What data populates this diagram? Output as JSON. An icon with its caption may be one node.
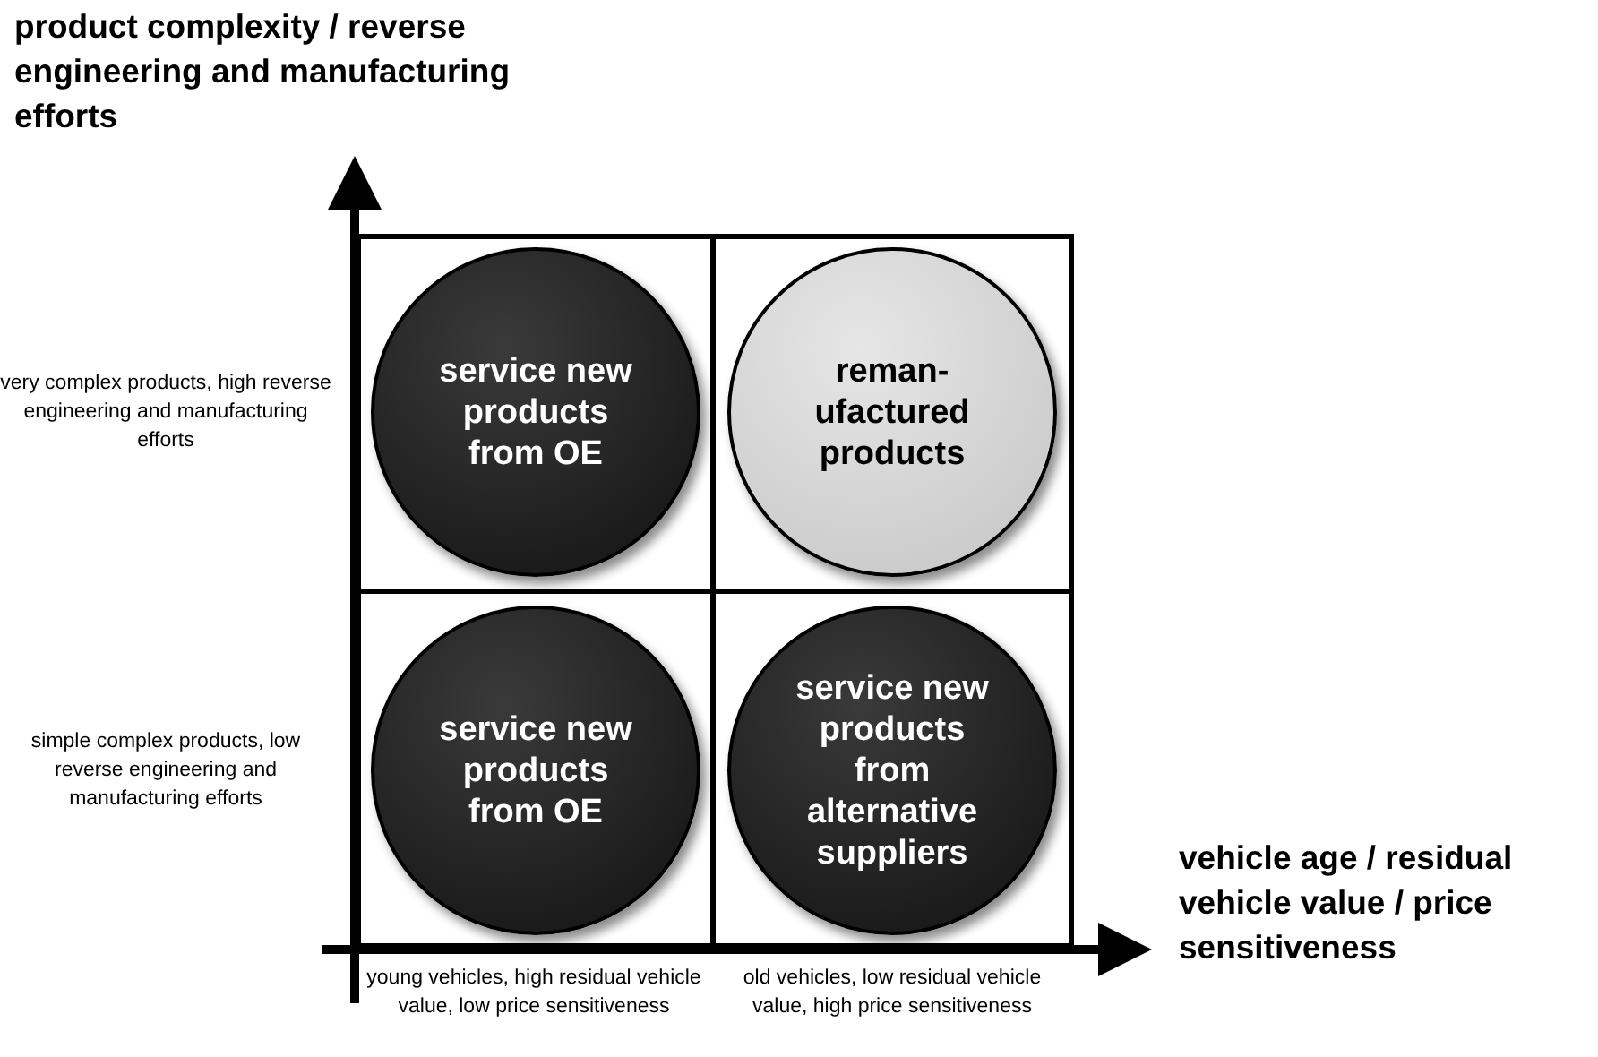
{
  "diagram": {
    "nodes": [
      {
        "text": [
          "service new products from OE"
        ]
      },
      {
        "text": [
          "reman-ufactured products"
        ]
      },
      {
        "text": [
          "service new products from OE"
        ]
      },
      {
        "text": [
          "service new products from alternative suppliers"
        ]
      }
    ],
    "labels": [
      "product complexity / reverse engineering and manufacturing efforts",
      "very complex products, high reverse engineering and manufacturing efforts",
      "simple complex products, low reverse engineering and manufacturing efforts",
      "vehicle age / residual vehicle value / price sensitiveness",
      "young vehicles, high residual vehicle value, low price sensitiveness",
      "old vehicles, low residual vehicle value, high price sensitiveness"
    ]
  }
}
